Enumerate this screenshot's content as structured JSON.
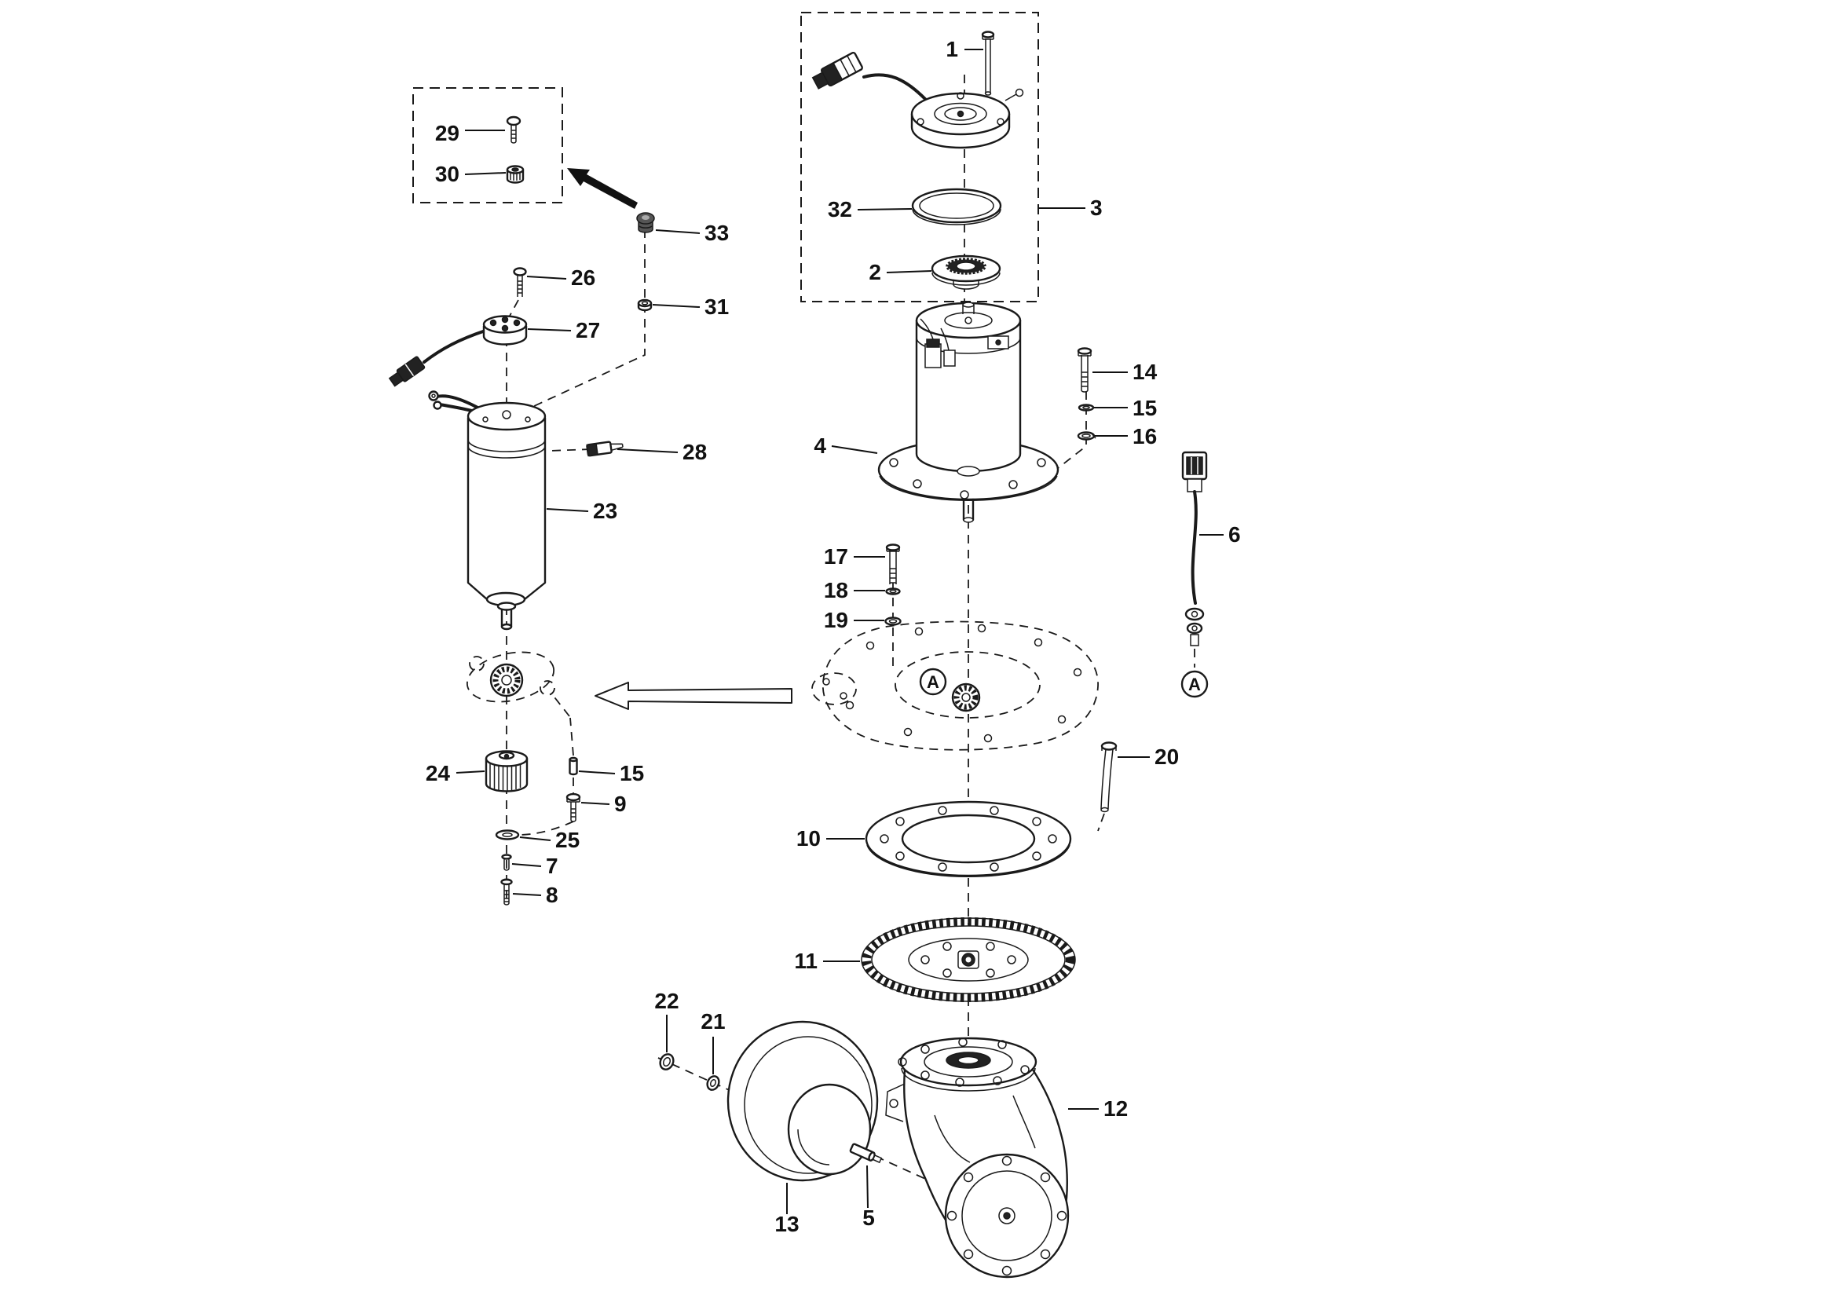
{
  "figure": {
    "type": "exploded-parts-diagram",
    "colors": {
      "line": "#1a1a1a",
      "background": "#ffffff"
    },
    "callouts": {
      "c1": "1",
      "c2": "2",
      "c3": "3",
      "c4": "4",
      "c5": "5",
      "c6": "6",
      "c7": "7",
      "c8": "8",
      "c9": "9",
      "c10": "10",
      "c11": "11",
      "c12": "12",
      "c13": "13",
      "c14": "14",
      "c15a": "15",
      "c15b": "15",
      "c16": "16",
      "c17": "17",
      "c18": "18",
      "c19": "19",
      "c20": "20",
      "c21": "21",
      "c22": "22",
      "c23": "23",
      "c24": "24",
      "c25": "25",
      "c26": "26",
      "c27": "27",
      "c28": "28",
      "c29": "29",
      "c30": "30",
      "c31": "31",
      "c32": "32",
      "c33": "33"
    },
    "view_markers": {
      "a_plate": "A",
      "a_cable": "A"
    }
  }
}
